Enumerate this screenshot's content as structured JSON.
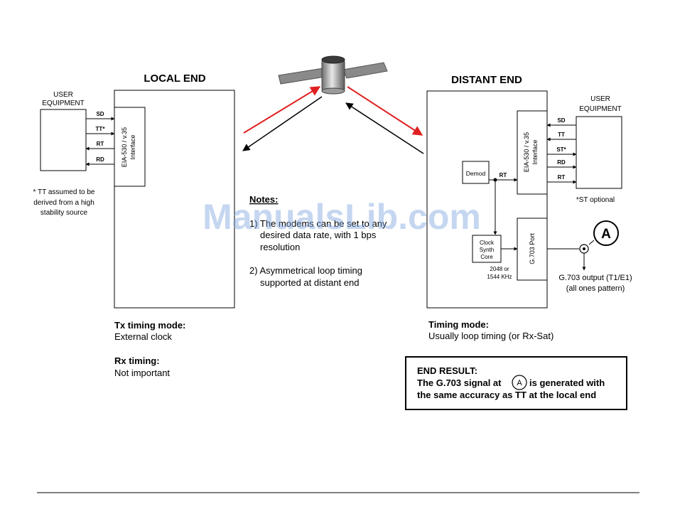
{
  "local": {
    "heading": "LOCAL END",
    "user_equipment": [
      "USER",
      "EQUIPMENT"
    ],
    "signals": [
      "SD",
      "TT*",
      "RT",
      "RD"
    ],
    "interface": [
      "EIA-530 / v.35",
      "Interface"
    ],
    "tt_note": [
      "* TT assumed to be",
      "derived from a high",
      "stability source"
    ],
    "tx_mode_title": "Tx timing mode:",
    "tx_mode_value": "External clock",
    "rx_title": "Rx timing:",
    "rx_value": "Not important"
  },
  "distant": {
    "heading": "DISTANT END",
    "user_equipment": [
      "USER",
      "EQUIPMENT"
    ],
    "signals": [
      "SD",
      "TT",
      "ST*",
      "RD",
      "RT"
    ],
    "interface": [
      "EIA-530 / v.35",
      "Interface"
    ],
    "demod": "Demod",
    "rt_label": "RT",
    "clock_synth": [
      "Clock",
      "Synth",
      "Core"
    ],
    "clock_freq": [
      "2048 or",
      "1544 KHz"
    ],
    "g703_port": "G.703 Port",
    "st_note": "*ST optional",
    "g703_output": [
      "G.703 output (T1/E1)",
      "(all ones pattern)"
    ],
    "marker": "A",
    "timing_title": "Timing mode:",
    "timing_value": "Usually loop timing (or Rx-Sat)"
  },
  "notes": {
    "title": "Notes:",
    "item1": [
      "1)  The modems can be set to any",
      "desired data rate, with 1 bps",
      "resolution"
    ],
    "item2": [
      "2) Asymmetrical loop timing",
      "supported at distant end"
    ]
  },
  "end_result": {
    "title": "END RESULT:",
    "line1_prefix": "The G.703 signal at",
    "marker": "A",
    "line1_suffix": "is generated with",
    "line2": "the same accuracy as TT at the local end"
  },
  "watermark": "ManualsLib.com",
  "colors": {
    "uplink_arrow": "#e02020",
    "downlink_arrow": "#000000",
    "watermark": "#7fa6e0"
  }
}
